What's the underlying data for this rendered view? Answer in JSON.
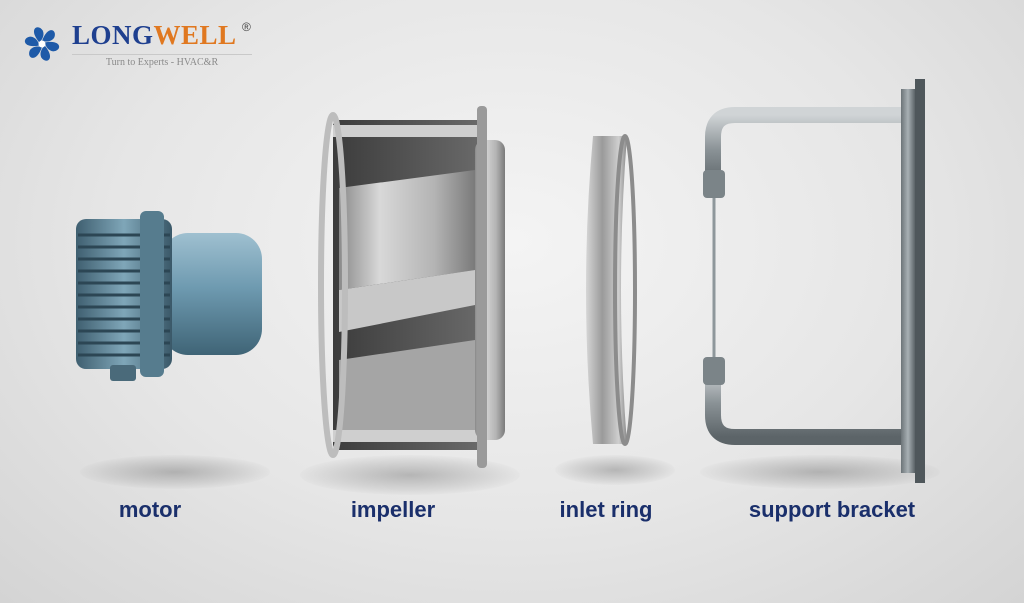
{
  "brand": {
    "name_part1": "LONG",
    "name_part2": "WELL",
    "registered_mark": "®",
    "tagline": "Turn to Experts - HVAC&R"
  },
  "labels": {
    "motor": "motor",
    "impeller": "impeller",
    "inlet_ring": "inlet ring",
    "support_bracket": "support bracket"
  },
  "colors": {
    "brand_blue": "#1e3f8f",
    "brand_orange": "#e07820",
    "label_navy": "#1a2f6b",
    "motor_blue": "#6e9ab0"
  }
}
